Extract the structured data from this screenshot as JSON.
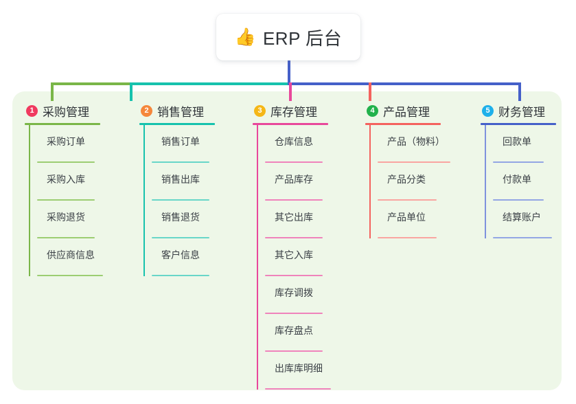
{
  "root": {
    "icon": "thumbs-up-icon",
    "icon_glyph": "👍",
    "title": "ERP 后台"
  },
  "palette": {
    "panel_bg": "#eef7e8",
    "page_bg": "#ffffff",
    "text": "#2f3338",
    "green": "#7ab648",
    "teal": "#16c2ad",
    "pink": "#e8489b",
    "red": "#f4625e",
    "blue": "#4560c9",
    "badge_pink": "#f03a5f",
    "badge_orange": "#f5873b",
    "badge_amber": "#f5b716",
    "badge_green": "#22b24c",
    "badge_blue": "#1eb0ea"
  },
  "connectors": {
    "trunk_color": "#4560c9",
    "segment_left_color": "#7ab648",
    "segment_mid_color": "#16c2ad",
    "segment_right_color": "#4560c9"
  },
  "columns": [
    {
      "index": "1",
      "badge": "1",
      "badge_color": "#f03a5f",
      "accent": "#7ab648",
      "title": "采购管理",
      "items": [
        "采购订单",
        "采购入库",
        "采购退货",
        "供应商信息"
      ],
      "item_widths": [
        84,
        84,
        84,
        96
      ]
    },
    {
      "index": "2",
      "badge": "2",
      "badge_color": "#f5873b",
      "accent": "#16c2ad",
      "title": "销售管理",
      "items": [
        "销售订单",
        "销售出库",
        "销售退货",
        "客户信息"
      ],
      "item_widths": [
        84,
        84,
        84,
        84
      ]
    },
    {
      "index": "3",
      "badge": "3",
      "badge_color": "#f5b716",
      "accent": "#e8489b",
      "title": "库存管理",
      "items": [
        "仓库信息",
        "产品库存",
        "其它出库",
        "其它入库",
        "库存调拨",
        "库存盘点",
        "出库库明细"
      ],
      "item_widths": [
        84,
        84,
        84,
        84,
        84,
        84,
        96
      ]
    },
    {
      "index": "4",
      "badge": "4",
      "badge_color": "#22b24c",
      "accent": "#f4625e",
      "title": "产品管理",
      "items": [
        "产品（物料）",
        "产品分类",
        "产品单位"
      ],
      "item_widths": [
        106,
        86,
        86
      ]
    },
    {
      "index": "5",
      "badge": "5",
      "badge_color": "#1eb0ea",
      "accent": "#4560c9",
      "title": "财务管理",
      "items": [
        "回款单",
        "付款单",
        "结算账户"
      ],
      "item_widths": [
        74,
        74,
        86
      ]
    }
  ]
}
